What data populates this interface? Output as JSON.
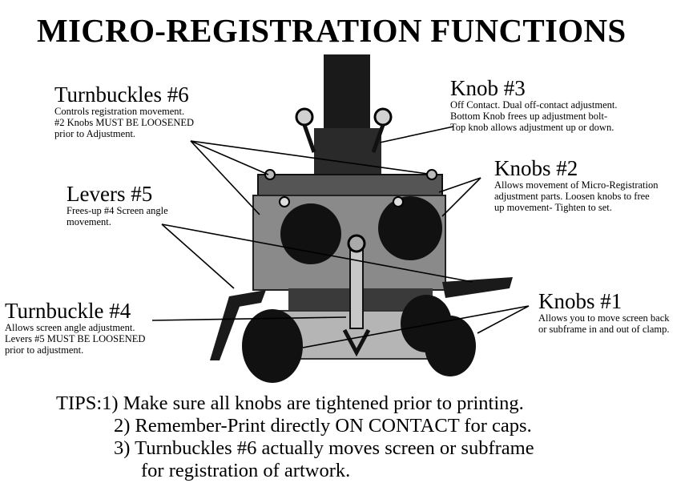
{
  "title": "MICRO-REGISTRATION FUNCTIONS",
  "callouts": [
    {
      "heading": "Turnbuckles #6",
      "lines": [
        "Controls registration movement.",
        "#2 Knobs MUST BE LOOSENED",
        "prior to Adjustment."
      ]
    },
    {
      "heading": "Knob #3",
      "lines": [
        "Off Contact. Dual off-contact adjustment.",
        "Bottom Knob frees up adjustment bolt-",
        "Top knob allows adjustment up or down."
      ]
    },
    {
      "heading": "Knobs #2",
      "lines": [
        "Allows movement of Micro-Registration",
        "adjustment parts. Loosen knobs to free",
        "up movement- Tighten to set."
      ]
    },
    {
      "heading": "Levers #5",
      "lines": [
        "Frees-up #4 Screen angle",
        "movement."
      ]
    },
    {
      "heading": "Turnbuckle #4",
      "lines": [
        "Allows screen angle adjustment.",
        "Levers #5 MUST BE LOOSENED",
        "prior to adjustment."
      ]
    },
    {
      "heading": "Knobs #1",
      "lines": [
        "Allows you to move screen back",
        "or subframe in and out of clamp."
      ]
    }
  ],
  "tips": [
    "TIPS:1) Make sure all knobs are tightened prior to printing.",
    "2) Remember-Print directly ON CONTACT for caps.",
    "3) Turnbuckles #6 actually moves screen or subframe",
    "for registration of artwork."
  ]
}
